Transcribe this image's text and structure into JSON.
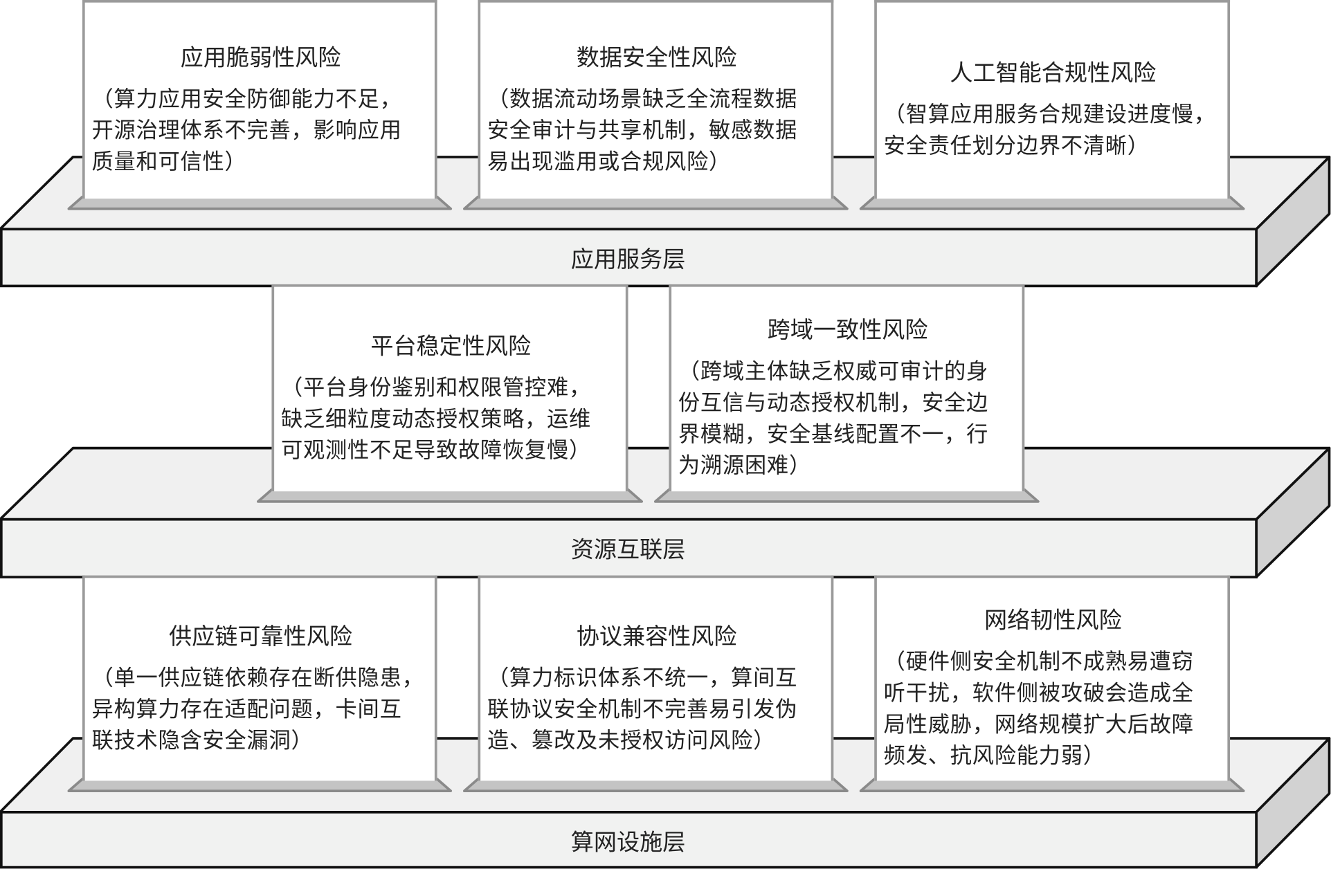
{
  "layers": [
    {
      "label": "应用服务层",
      "risks": [
        {
          "title": "应用脆弱性风险",
          "lines": [
            "（算力应用安全防御能力不足，",
            "开源治理体系不完善，影响应用",
            "质量和可信性）"
          ]
        },
        {
          "title": "数据安全性风险",
          "lines": [
            "（数据流动场景缺乏全流程数据",
            "安全审计与共享机制，敏感数据",
            "易出现滥用或合规风险）"
          ]
        },
        {
          "title": "人工智能合规性风险",
          "lines": [
            "（智算应用服务合规建设进度慢，",
            "安全责任划分边界不清晰）"
          ]
        }
      ]
    },
    {
      "label": "资源互联层",
      "risks": [
        {
          "title": "平台稳定性风险",
          "lines": [
            "（平台身份鉴别和权限管控难，",
            "缺乏细粒度动态授权策略，运维",
            "可观测性不足导致故障恢复慢）"
          ]
        },
        {
          "title": "跨域一致性风险",
          "lines": [
            "（跨域主体缺乏权威可审计的身",
            "份互信与动态授权机制，安全边",
            "界模糊，安全基线配置不一，行",
            "为溯源困难）"
          ]
        }
      ]
    },
    {
      "label": "算网设施层",
      "risks": [
        {
          "title": "供应链可靠性风险",
          "lines": [
            "（单一供应链依赖存在断供隐患，",
            "异构算力存在适配问题，卡间互",
            "联技术隐含安全漏洞）"
          ]
        },
        {
          "title": "协议兼容性风险",
          "lines": [
            "（算力标识体系不统一，算间互",
            "联协议安全机制不完善易引发伪",
            "造、篡改及未授权访问风险）"
          ]
        },
        {
          "title": "网络韧性风险",
          "lines": [
            "（硬件侧安全机制不成熟易遭窃",
            "听干扰，软件侧被攻破会造成全",
            "局性威胁，网络规模扩大后故障",
            "频发、抗风险能力弱）"
          ]
        }
      ]
    }
  ],
  "colors": {
    "shelf_top": "#f0f0f0",
    "shelf_front": "#f1f2f1",
    "shelf_side": "#d2d2d2",
    "box_border": "#9a9a9a",
    "base_dark": "#8a8a8a",
    "base_light": "#c4c4c4"
  }
}
